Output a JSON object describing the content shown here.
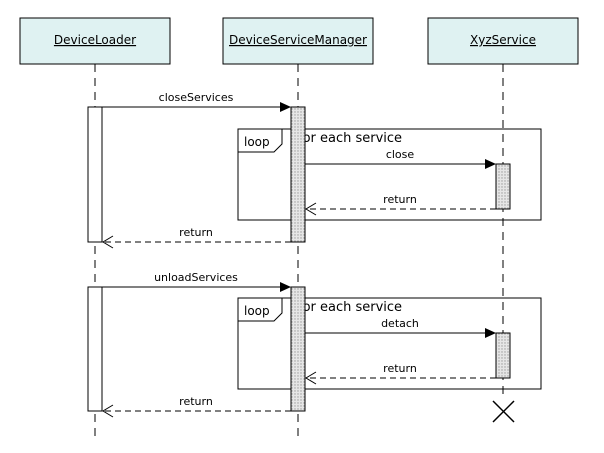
{
  "lifelines": [
    {
      "id": "dl",
      "label": "DeviceLoader"
    },
    {
      "id": "dsm",
      "label": "DeviceServiceManager"
    },
    {
      "id": "xyz",
      "label": "XyzService"
    }
  ],
  "frames": [
    {
      "operator": "loop",
      "guard": "for each service"
    },
    {
      "operator": "loop",
      "guard": "for each service"
    }
  ],
  "messages": [
    {
      "label": "closeServices",
      "kind": "sync"
    },
    {
      "label": "close",
      "kind": "sync"
    },
    {
      "label": "return",
      "kind": "return"
    },
    {
      "label": "return",
      "kind": "return"
    },
    {
      "label": "unloadServices",
      "kind": "sync"
    },
    {
      "label": "detach",
      "kind": "sync"
    },
    {
      "label": "return",
      "kind": "return"
    },
    {
      "label": "return",
      "kind": "return"
    }
  ],
  "colors": {
    "lifeline_box": "#dff2f2",
    "activation_hatched": "#d8d8d8",
    "line": "#000000"
  }
}
